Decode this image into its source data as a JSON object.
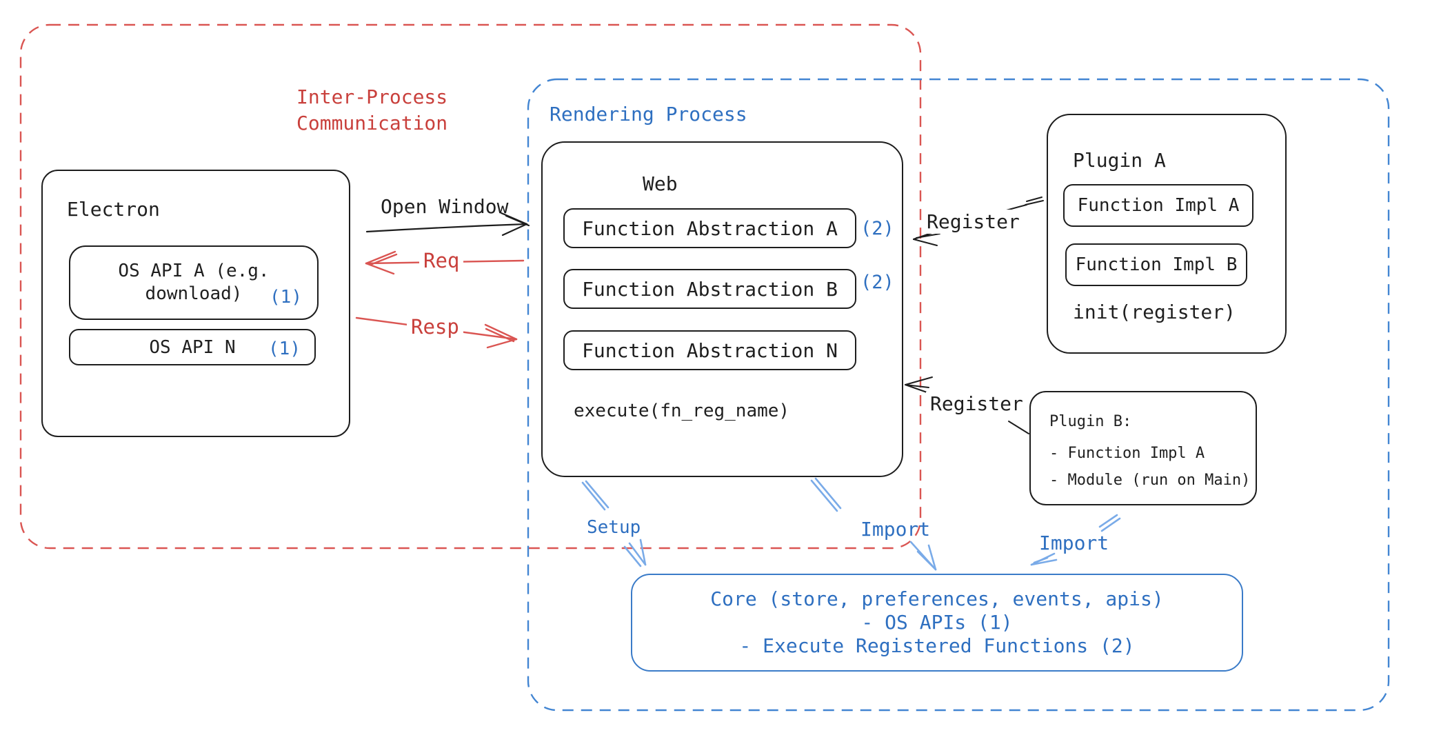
{
  "regions": {
    "ipc_title": "Inter-Process\nCommunication",
    "rendering_title": "Rendering Process"
  },
  "electron": {
    "title": "Electron",
    "apis": [
      {
        "label": "OS API A (e.g. download)",
        "badge": "(1)"
      },
      {
        "label": "OS API N",
        "badge": "(1)"
      }
    ]
  },
  "web": {
    "title": "Web",
    "abstractions": [
      {
        "label": "Function Abstraction A",
        "badge": "(2)"
      },
      {
        "label": "Function Abstraction B",
        "badge": "(2)"
      },
      {
        "label": "Function Abstraction N",
        "badge": ""
      }
    ],
    "execute_label": "execute(fn_reg_name)"
  },
  "plugin_a": {
    "title": "Plugin A",
    "impls": [
      {
        "label": "Function Impl A"
      },
      {
        "label": "Function Impl B"
      }
    ],
    "init_label": "init(register)"
  },
  "plugin_b": {
    "title": "Plugin B:",
    "items": [
      {
        "label": "- Function Impl A"
      },
      {
        "label": "- Module (run on Main)"
      }
    ]
  },
  "core": {
    "lines": [
      {
        "text": "Core (store, preferences, events, apis)"
      },
      {
        "text": "- OS APIs (1)"
      },
      {
        "text": "- Execute Registered Functions (2)"
      }
    ]
  },
  "arrows": {
    "open_window": "Open Window",
    "req": "Req",
    "resp": "Resp",
    "register_a": "Register",
    "register_b": "Register",
    "setup": "Setup",
    "import_web": "Import",
    "import_plugin_b": "Import"
  },
  "colors": {
    "red_stroke": "#da5552",
    "red_text": "#c9403c",
    "blue_dash": "#4285d2",
    "blue_text": "#2e6fc0",
    "blue_light_arrow": "#7aabe8",
    "core_stroke": "#3a7bc8",
    "ink": "#1f1f1f"
  }
}
